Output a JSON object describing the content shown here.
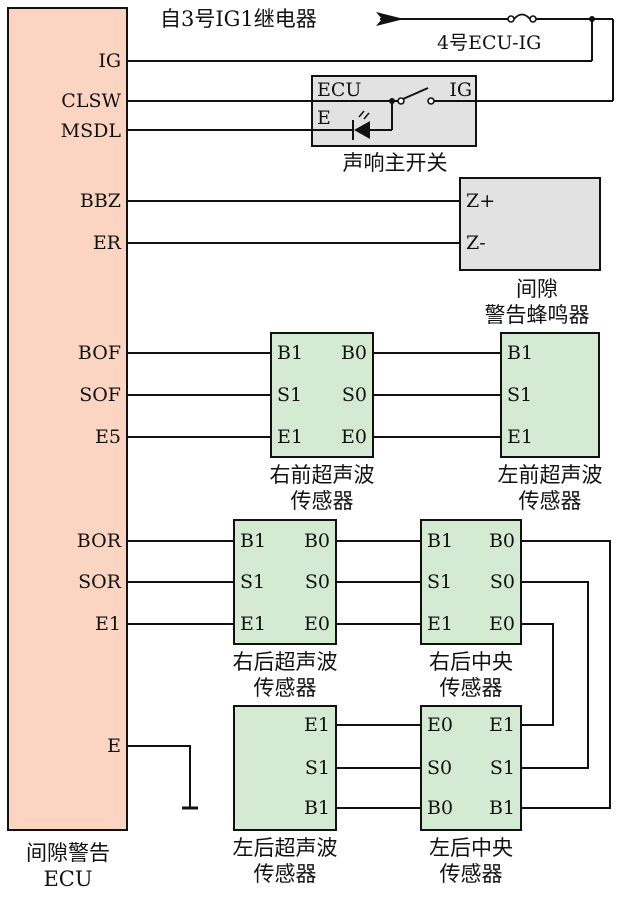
{
  "source_label": "自3号IG1继电器",
  "fuse_label": "4号ECU-IG",
  "ecu": {
    "caption_line1": "间隙警告",
    "caption_line2": "ECU",
    "pins": {
      "ig": "IG",
      "clsw": "CLSW",
      "msdl": "MSDL",
      "bbz": "BBZ",
      "er": "ER",
      "bof": "BOF",
      "sof": "SOF",
      "e5": "E5",
      "bor": "BOR",
      "sor": "SOR",
      "e1": "E1",
      "e": "E"
    }
  },
  "main_switch": {
    "pin_ecu": "ECU",
    "pin_ig": "IG",
    "pin_e": "E",
    "caption": "声响主开关"
  },
  "buzzer": {
    "pin_zplus": "Z+",
    "pin_zminus": "Z-",
    "caption_line1": "间隙",
    "caption_line2": "警告蜂鸣器"
  },
  "sensor_rf": {
    "pins": {
      "b1": "B1",
      "b0": "B0",
      "s1": "S1",
      "s0": "S0",
      "e1": "E1",
      "e0": "E0"
    },
    "caption_line1": "右前超声波",
    "caption_line2": "传感器"
  },
  "sensor_lf": {
    "pins": {
      "b1": "B1",
      "s1": "S1",
      "e1": "E1"
    },
    "caption_line1": "左前超声波",
    "caption_line2": "传感器"
  },
  "sensor_rr": {
    "pins": {
      "b1": "B1",
      "b0": "B0",
      "s1": "S1",
      "s0": "S0",
      "e1": "E1",
      "e0": "E0"
    },
    "caption_line1": "右后超声波",
    "caption_line2": "传感器"
  },
  "sensor_rc": {
    "pins": {
      "b1": "B1",
      "b0": "B0",
      "s1": "S1",
      "s0": "S0",
      "e1": "E1",
      "e0": "E0"
    },
    "caption_line1": "右后中央",
    "caption_line2": "传感器"
  },
  "sensor_lr": {
    "pins": {
      "e1": "E1",
      "s1": "S1",
      "b1": "B1"
    },
    "caption_line1": "左后超声波",
    "caption_line2": "传感器"
  },
  "sensor_lc": {
    "pins": {
      "e0": "E0",
      "e1": "E1",
      "s0": "S0",
      "s1": "S1",
      "b0": "B0",
      "b1": "B1"
    },
    "caption_line1": "左后中央",
    "caption_line2": "传感器"
  },
  "colors": {
    "ecu_fill": "#fbd5c2",
    "switch_fill": "#e2e2e2",
    "sensor_fill": "#d4ead2",
    "line": "#111111"
  }
}
